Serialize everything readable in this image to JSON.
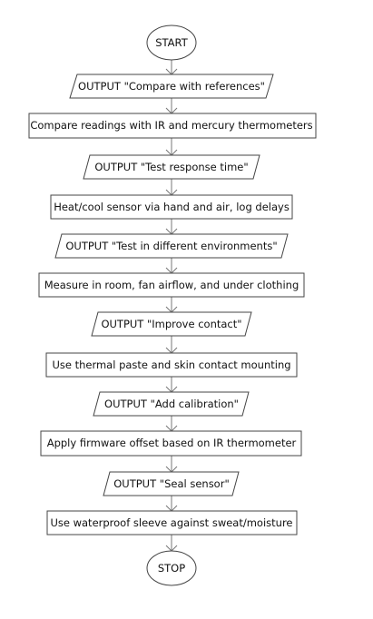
{
  "flowchart": {
    "start": "START",
    "stop": "STOP",
    "steps": [
      {
        "type": "output",
        "label": "OUTPUT \"Compare with references\""
      },
      {
        "type": "process",
        "label": "Compare readings with IR and mercury thermometers"
      },
      {
        "type": "output",
        "label": "OUTPUT \"Test response time\""
      },
      {
        "type": "process",
        "label": "Heat/cool sensor via hand and air, log delays"
      },
      {
        "type": "output",
        "label": "OUTPUT \"Test in different environments\""
      },
      {
        "type": "process",
        "label": "Measure in room, fan airflow, and under clothing"
      },
      {
        "type": "output",
        "label": "OUTPUT \"Improve contact\""
      },
      {
        "type": "process",
        "label": "Use thermal paste and skin contact mounting"
      },
      {
        "type": "output",
        "label": "OUTPUT \"Add calibration\""
      },
      {
        "type": "process",
        "label": "Apply firmware offset based on IR thermometer"
      },
      {
        "type": "output",
        "label": "OUTPUT \"Seal sensor\""
      },
      {
        "type": "process",
        "label": "Use waterproof sleeve against sweat/moisture"
      }
    ]
  }
}
